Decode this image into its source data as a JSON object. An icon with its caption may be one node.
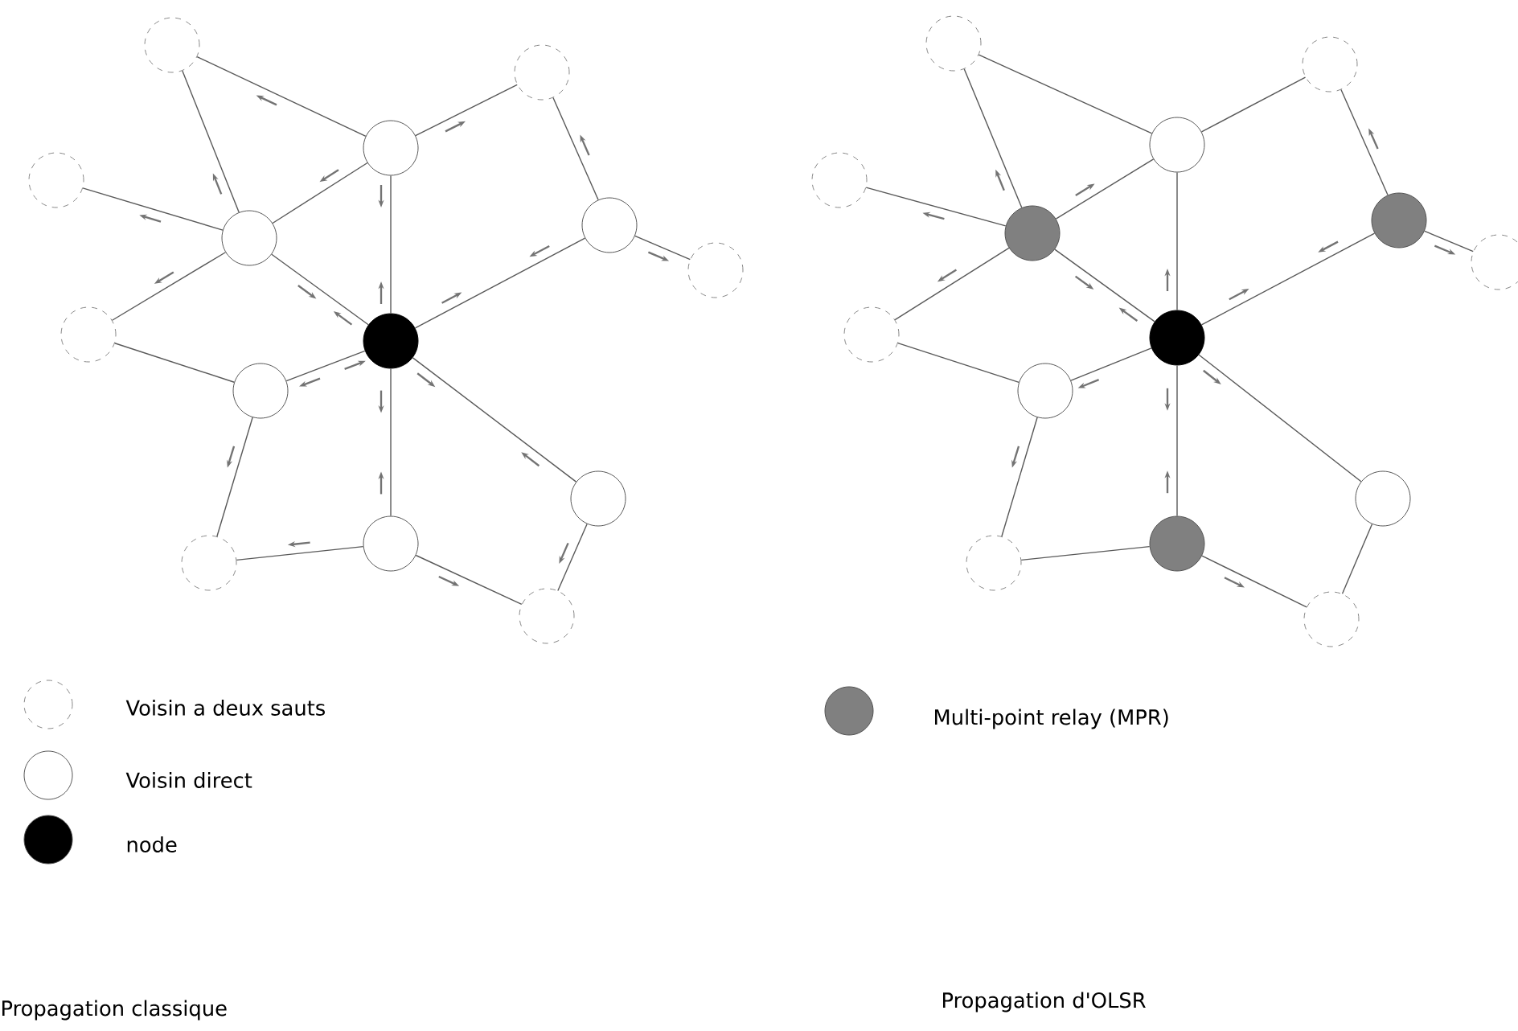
{
  "diagram": {
    "nodes": [
      {
        "text": [],
        "shape": "circle"
      },
      {
        "text": [],
        "shape": "circle"
      },
      {
        "text": [],
        "shape": "circle"
      },
      {
        "text": [],
        "shape": "circle"
      },
      {
        "text": [],
        "shape": "circle"
      },
      {
        "text": [],
        "shape": "circle"
      },
      {
        "text": [],
        "shape": "circle"
      },
      {
        "text": [],
        "shape": "circle"
      },
      {
        "text": [],
        "shape": "circle"
      },
      {
        "text": [],
        "shape": "circle"
      },
      {
        "text": [],
        "shape": "circle"
      },
      {
        "text": [],
        "shape": "circle"
      },
      {
        "text": [],
        "shape": "circle"
      },
      {
        "text": [],
        "shape": "circle"
      },
      {
        "text": [],
        "shape": "circle"
      },
      {
        "text": [],
        "shape": "circle"
      },
      {
        "text": [],
        "shape": "circle"
      },
      {
        "text": [],
        "shape": "circle"
      },
      {
        "text": [],
        "shape": "circle"
      },
      {
        "text": [],
        "shape": "circle"
      },
      {
        "text": [],
        "shape": "circle"
      },
      {
        "text": [],
        "shape": "circle"
      },
      {
        "text": [],
        "shape": "circle"
      },
      {
        "text": [],
        "shape": "circle"
      },
      {
        "text": [],
        "shape": "circle"
      },
      {
        "text": [],
        "shape": "circle"
      },
      {
        "text": [],
        "shape": "circle"
      },
      {
        "text": [],
        "shape": "circle"
      }
    ],
    "edges": [
      {
        "from": 0,
        "to": 2,
        "arrow": "none"
      },
      {
        "from": 0,
        "to": 4,
        "arrow": "none"
      },
      {
        "from": 2,
        "to": 1,
        "arrow": "none"
      },
      {
        "from": 2,
        "to": 4,
        "arrow": "none"
      },
      {
        "from": 2,
        "to": 8,
        "arrow": "none"
      },
      {
        "from": 3,
        "to": 4,
        "arrow": "none"
      },
      {
        "from": 4,
        "to": 7,
        "arrow": "none"
      },
      {
        "from": 4,
        "to": 8,
        "arrow": "none"
      },
      {
        "from": 5,
        "to": 1,
        "arrow": "none"
      },
      {
        "from": 5,
        "to": 6,
        "arrow": "none"
      },
      {
        "from": 5,
        "to": 8,
        "arrow": "none"
      },
      {
        "from": 7,
        "to": 9,
        "arrow": "none"
      },
      {
        "from": 9,
        "to": 8,
        "arrow": "none"
      },
      {
        "from": 9,
        "to": 12,
        "arrow": "none"
      },
      {
        "from": 8,
        "to": 11,
        "arrow": "none"
      },
      {
        "from": 8,
        "to": 10,
        "arrow": "none"
      },
      {
        "from": 11,
        "to": 12,
        "arrow": "none"
      },
      {
        "from": 11,
        "to": 13,
        "arrow": "none"
      },
      {
        "from": 10,
        "to": 13,
        "arrow": "none"
      },
      {
        "from": 14,
        "to": 16,
        "arrow": "none"
      },
      {
        "from": 14,
        "to": 18,
        "arrow": "none"
      },
      {
        "from": 16,
        "to": 15,
        "arrow": "none"
      },
      {
        "from": 16,
        "to": 18,
        "arrow": "none"
      },
      {
        "from": 16,
        "to": 22,
        "arrow": "none"
      },
      {
        "from": 17,
        "to": 18,
        "arrow": "none"
      },
      {
        "from": 18,
        "to": 21,
        "arrow": "none"
      },
      {
        "from": 18,
        "to": 22,
        "arrow": "none"
      },
      {
        "from": 19,
        "to": 15,
        "arrow": "none"
      },
      {
        "from": 19,
        "to": 20,
        "arrow": "none"
      },
      {
        "from": 19,
        "to": 22,
        "arrow": "none"
      },
      {
        "from": 21,
        "to": 23,
        "arrow": "none"
      },
      {
        "from": 23,
        "to": 22,
        "arrow": "none"
      },
      {
        "from": 23,
        "to": 26,
        "arrow": "none"
      },
      {
        "from": 22,
        "to": 25,
        "arrow": "none"
      },
      {
        "from": 22,
        "to": 24,
        "arrow": "none"
      },
      {
        "from": 25,
        "to": 26,
        "arrow": "none"
      },
      {
        "from": 25,
        "to": 27,
        "arrow": "none"
      },
      {
        "from": 24,
        "to": 27,
        "arrow": "none"
      }
    ],
    "labels": [
      "Propagation classique",
      "Propagation d'OLSR"
    ],
    "legend": [
      {
        "text": "Voisin a deux sauts"
      },
      {
        "text": "Voisin direct"
      },
      {
        "text": "node",
        "color": "#000000"
      },
      {
        "text": "Multi-point relay (MPR)",
        "color": "#808080"
      }
    ]
  }
}
